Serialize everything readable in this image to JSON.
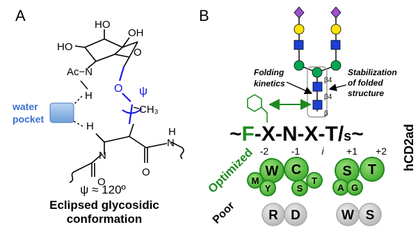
{
  "panelA": {
    "label": "A",
    "water_label_line1": "water",
    "water_label_line2": "pocket",
    "atom_HO_top": "HO",
    "atom_OH_right": "OH",
    "atom_HO_left": "HO",
    "atom_O_ring": "O",
    "atom_AcN": "Ac−N",
    "atom_H_upper": "H",
    "atom_H_lower": "H",
    "atom_N_left": "N",
    "atom_N_right": "N",
    "atom_H_amide": "H",
    "atom_O_carbonyl1": "O",
    "atom_O_carbonyl2": "O",
    "atom_O_glyco": "O",
    "atom_CH3": "CH₃",
    "psi_symbol": "ψ",
    "psi_value": "ψ ≈ 120º",
    "caption_line1": "Eclipsed glycosidic",
    "caption_line2": "conformation",
    "colors": {
      "blue": "#1a1ae6",
      "water": "#7faee0"
    }
  },
  "panelB": {
    "label": "B",
    "linkage_b4_upper": "β4",
    "linkage_b4_lower": "β4",
    "linkage_b": "β",
    "note_folding_line1": "Folding",
    "note_folding_line2": "kinetics",
    "note_stab_line1": "Stabilization",
    "note_stab_line2": "of folded",
    "note_stab_line3": "structure",
    "sequon_prefix": "~",
    "sequon_F": "F",
    "sequon_rest": "-X-N-X-T/",
    "sequon_s": "s",
    "sequon_suffix": "~",
    "protein_label": "hCD2ad",
    "positions": [
      "-2",
      "-1",
      "i",
      "+1",
      "+2"
    ],
    "optimized_label": "Optimized",
    "poor_label": "Poor",
    "optimized_residues": [
      "W",
      "C",
      "M",
      "Y",
      "S",
      "T",
      "S",
      "T",
      "A",
      "G"
    ],
    "poor_residues": [
      "R",
      "D",
      "W",
      "S"
    ],
    "colors": {
      "green": "#1f8a1f",
      "green_fill": "#5cbf3c",
      "poor_fill": "#c8c8c8",
      "mannose": "#00a651",
      "galactose": "#ffe400",
      "glcnac": "#1c3fd6",
      "sialic": "#9b4fd1"
    }
  }
}
